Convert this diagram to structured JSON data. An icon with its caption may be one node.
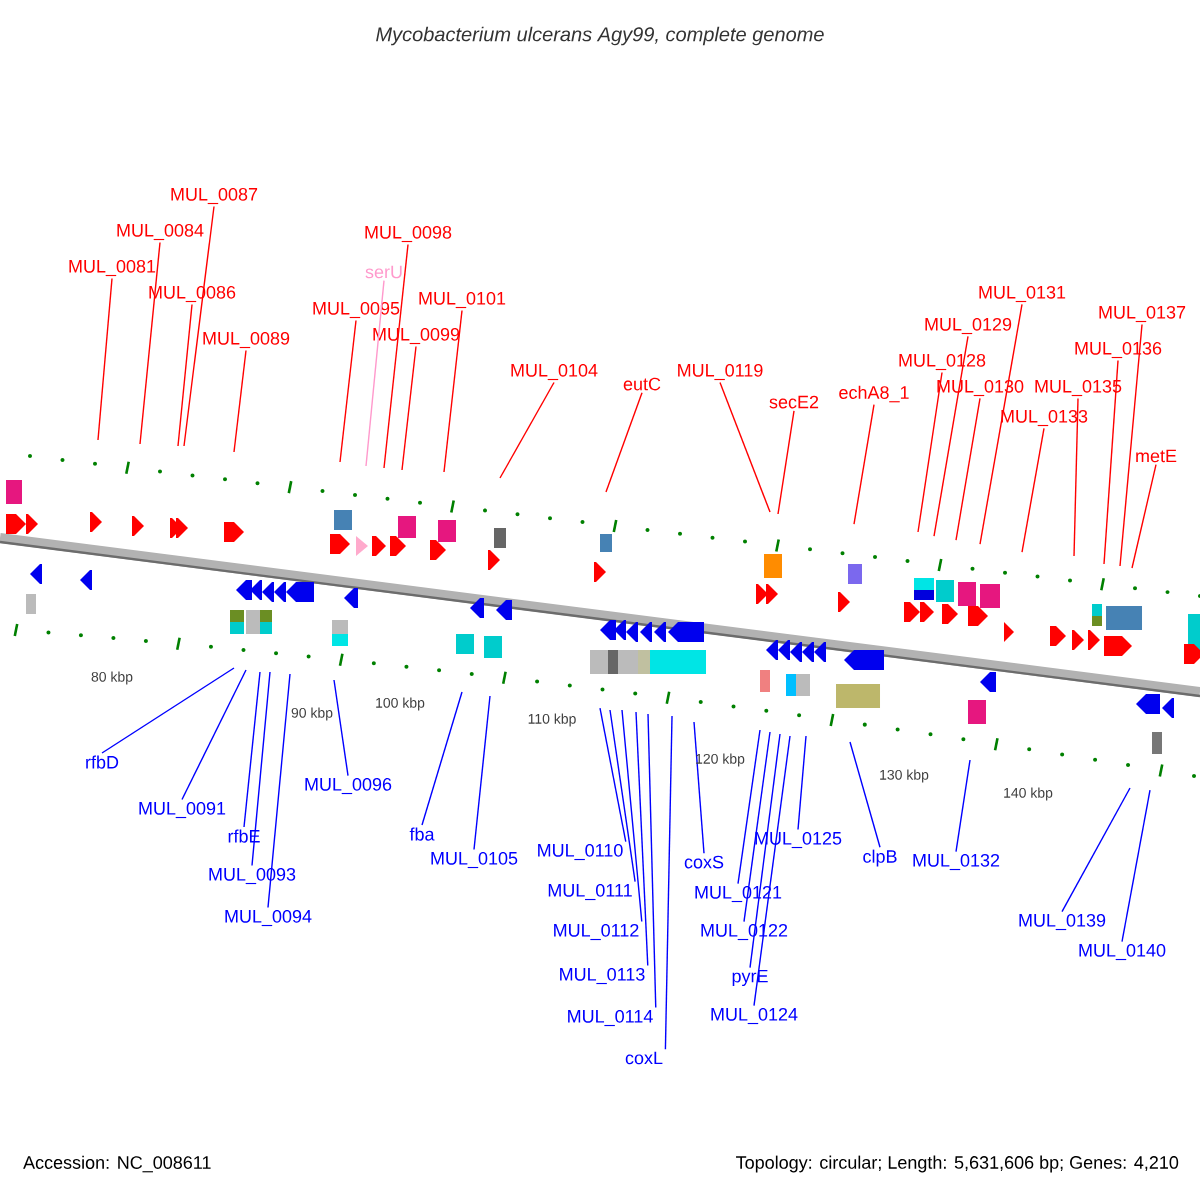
{
  "diagram": {
    "title": "Mycobacterium ulcerans Agy99, complete genome",
    "nodes": [
      {
        "text": [
          "MUL_0081"
        ]
      },
      {
        "text": [
          "MUL_0084"
        ]
      },
      {
        "text": [
          "MUL_0086"
        ]
      },
      {
        "text": [
          "MUL_0087"
        ]
      },
      {
        "text": [
          "MUL_0089"
        ]
      },
      {
        "text": [
          "MUL_0095"
        ]
      },
      {
        "text": [
          "serU"
        ]
      },
      {
        "text": [
          "MUL_0098"
        ]
      },
      {
        "text": [
          "MUL_0099"
        ]
      },
      {
        "text": [
          "MUL_0101"
        ]
      },
      {
        "text": [
          "MUL_0104"
        ]
      },
      {
        "text": [
          "eutC"
        ]
      },
      {
        "text": [
          "MUL_0119"
        ]
      },
      {
        "text": [
          "secE2"
        ]
      },
      {
        "text": [
          "echA8_1"
        ]
      },
      {
        "text": [
          "MUL_0128"
        ]
      },
      {
        "text": [
          "MUL_0129"
        ]
      },
      {
        "text": [
          "MUL_0130"
        ]
      },
      {
        "text": [
          "MUL_0131"
        ]
      },
      {
        "text": [
          "MUL_0133"
        ]
      },
      {
        "text": [
          "MUL_0135"
        ]
      },
      {
        "text": [
          "MUL_0136"
        ]
      },
      {
        "text": [
          "MUL_0137"
        ]
      },
      {
        "text": [
          "metE"
        ]
      },
      {
        "text": [
          "rfbD"
        ]
      },
      {
        "text": [
          "MUL_0091"
        ]
      },
      {
        "text": [
          "rfbE"
        ]
      },
      {
        "text": [
          "MUL_0093"
        ]
      },
      {
        "text": [
          "MUL_0094"
        ]
      },
      {
        "text": [
          "MUL_0096"
        ]
      },
      {
        "text": [
          "fba"
        ]
      },
      {
        "text": [
          "MUL_0105"
        ]
      },
      {
        "text": [
          "MUL_0110"
        ]
      },
      {
        "text": [
          "MUL_0111"
        ]
      },
      {
        "text": [
          "MUL_0112"
        ]
      },
      {
        "text": [
          "MUL_0113"
        ]
      },
      {
        "text": [
          "MUL_0114"
        ]
      },
      {
        "text": [
          "coxL"
        ]
      },
      {
        "text": [
          "coxS"
        ]
      },
      {
        "text": [
          "MUL_0121"
        ]
      },
      {
        "text": [
          "MUL_0122"
        ]
      },
      {
        "text": [
          "pyrE"
        ]
      },
      {
        "text": [
          "MUL_0124"
        ]
      },
      {
        "text": [
          "MUL_0125"
        ]
      },
      {
        "text": [
          "clpB"
        ]
      },
      {
        "text": [
          "MUL_0132"
        ]
      },
      {
        "text": [
          "MUL_0139"
        ]
      },
      {
        "text": [
          "MUL_0140"
        ]
      }
    ],
    "edges": [
      {
        "from": 0,
        "to": null,
        "arrow": "none",
        "color": "#ff0000"
      },
      {
        "from": 1,
        "to": null,
        "arrow": "none",
        "color": "#ff0000"
      },
      {
        "from": 2,
        "to": null,
        "arrow": "none",
        "color": "#ff0000"
      },
      {
        "from": 3,
        "to": null,
        "arrow": "none",
        "color": "#ff0000"
      },
      {
        "from": 4,
        "to": null,
        "arrow": "none",
        "color": "#ff0000"
      },
      {
        "from": 5,
        "to": null,
        "arrow": "none",
        "color": "#ff0000"
      },
      {
        "from": 6,
        "to": null,
        "arrow": "none",
        "color": "#ff99cc"
      },
      {
        "from": 7,
        "to": null,
        "arrow": "none",
        "color": "#ff0000"
      },
      {
        "from": 8,
        "to": null,
        "arrow": "none",
        "color": "#ff0000"
      },
      {
        "from": 9,
        "to": null,
        "arrow": "none",
        "color": "#ff0000"
      },
      {
        "from": 10,
        "to": null,
        "arrow": "none",
        "color": "#ff0000"
      },
      {
        "from": 11,
        "to": null,
        "arrow": "none",
        "color": "#ff0000"
      },
      {
        "from": 12,
        "to": null,
        "arrow": "none",
        "color": "#ff0000"
      },
      {
        "from": 13,
        "to": null,
        "arrow": "none",
        "color": "#ff0000"
      },
      {
        "from": 14,
        "to": null,
        "arrow": "none",
        "color": "#ff0000"
      },
      {
        "from": 15,
        "to": null,
        "arrow": "none",
        "color": "#ff0000"
      },
      {
        "from": 16,
        "to": null,
        "arrow": "none",
        "color": "#ff0000"
      },
      {
        "from": 17,
        "to": null,
        "arrow": "none",
        "color": "#ff0000"
      },
      {
        "from": 18,
        "to": null,
        "arrow": "none",
        "color": "#ff0000"
      },
      {
        "from": 19,
        "to": null,
        "arrow": "none",
        "color": "#ff0000"
      },
      {
        "from": 20,
        "to": null,
        "arrow": "none",
        "color": "#ff0000"
      },
      {
        "from": 21,
        "to": null,
        "arrow": "none",
        "color": "#ff0000"
      },
      {
        "from": 22,
        "to": null,
        "arrow": "none",
        "color": "#ff0000"
      },
      {
        "from": 23,
        "to": null,
        "arrow": "none",
        "color": "#ff0000"
      },
      {
        "from": 24,
        "to": null,
        "arrow": "none",
        "color": "#0000ff"
      },
      {
        "from": 25,
        "to": null,
        "arrow": "none",
        "color": "#0000ff"
      },
      {
        "from": 26,
        "to": null,
        "arrow": "none",
        "color": "#0000ff"
      },
      {
        "from": 27,
        "to": null,
        "arrow": "none",
        "color": "#0000ff"
      },
      {
        "from": 28,
        "to": null,
        "arrow": "none",
        "color": "#0000ff"
      },
      {
        "from": 29,
        "to": null,
        "arrow": "none",
        "color": "#0000ff"
      },
      {
        "from": 30,
        "to": null,
        "arrow": "none",
        "color": "#0000ff"
      },
      {
        "from": 31,
        "to": null,
        "arrow": "none",
        "color": "#0000ff"
      },
      {
        "from": 32,
        "to": null,
        "arrow": "none",
        "color": "#0000ff"
      },
      {
        "from": 33,
        "to": null,
        "arrow": "none",
        "color": "#0000ff"
      },
      {
        "from": 34,
        "to": null,
        "arrow": "none",
        "color": "#0000ff"
      },
      {
        "from": 35,
        "to": null,
        "arrow": "none",
        "color": "#0000ff"
      },
      {
        "from": 36,
        "to": null,
        "arrow": "none",
        "color": "#0000ff"
      },
      {
        "from": 37,
        "to": null,
        "arrow": "none",
        "color": "#0000ff"
      },
      {
        "from": 38,
        "to": null,
        "arrow": "none",
        "color": "#0000ff"
      },
      {
        "from": 39,
        "to": null,
        "arrow": "none",
        "color": "#0000ff"
      },
      {
        "from": 40,
        "to": null,
        "arrow": "none",
        "color": "#0000ff"
      },
      {
        "from": 41,
        "to": null,
        "arrow": "none",
        "color": "#0000ff"
      },
      {
        "from": 42,
        "to": null,
        "arrow": "none",
        "color": "#0000ff"
      },
      {
        "from": 43,
        "to": null,
        "arrow": "none",
        "color": "#0000ff"
      },
      {
        "from": 44,
        "to": null,
        "arrow": "none",
        "color": "#0000ff"
      },
      {
        "from": 45,
        "to": null,
        "arrow": "none",
        "color": "#0000ff"
      },
      {
        "from": 46,
        "to": null,
        "arrow": "none",
        "color": "#0000ff"
      },
      {
        "from": 47,
        "to": null,
        "arrow": "none",
        "color": "#0000ff"
      }
    ],
    "labels": [
      "80 kbp",
      "90 kbp",
      "100 kbp",
      "110 kbp",
      "120 kbp",
      "130 kbp",
      "140 kbp",
      "Accession: NC_008611",
      "Topology: circular; Length: 5,631,606 bp; Genes: 4,210"
    ]
  }
}
